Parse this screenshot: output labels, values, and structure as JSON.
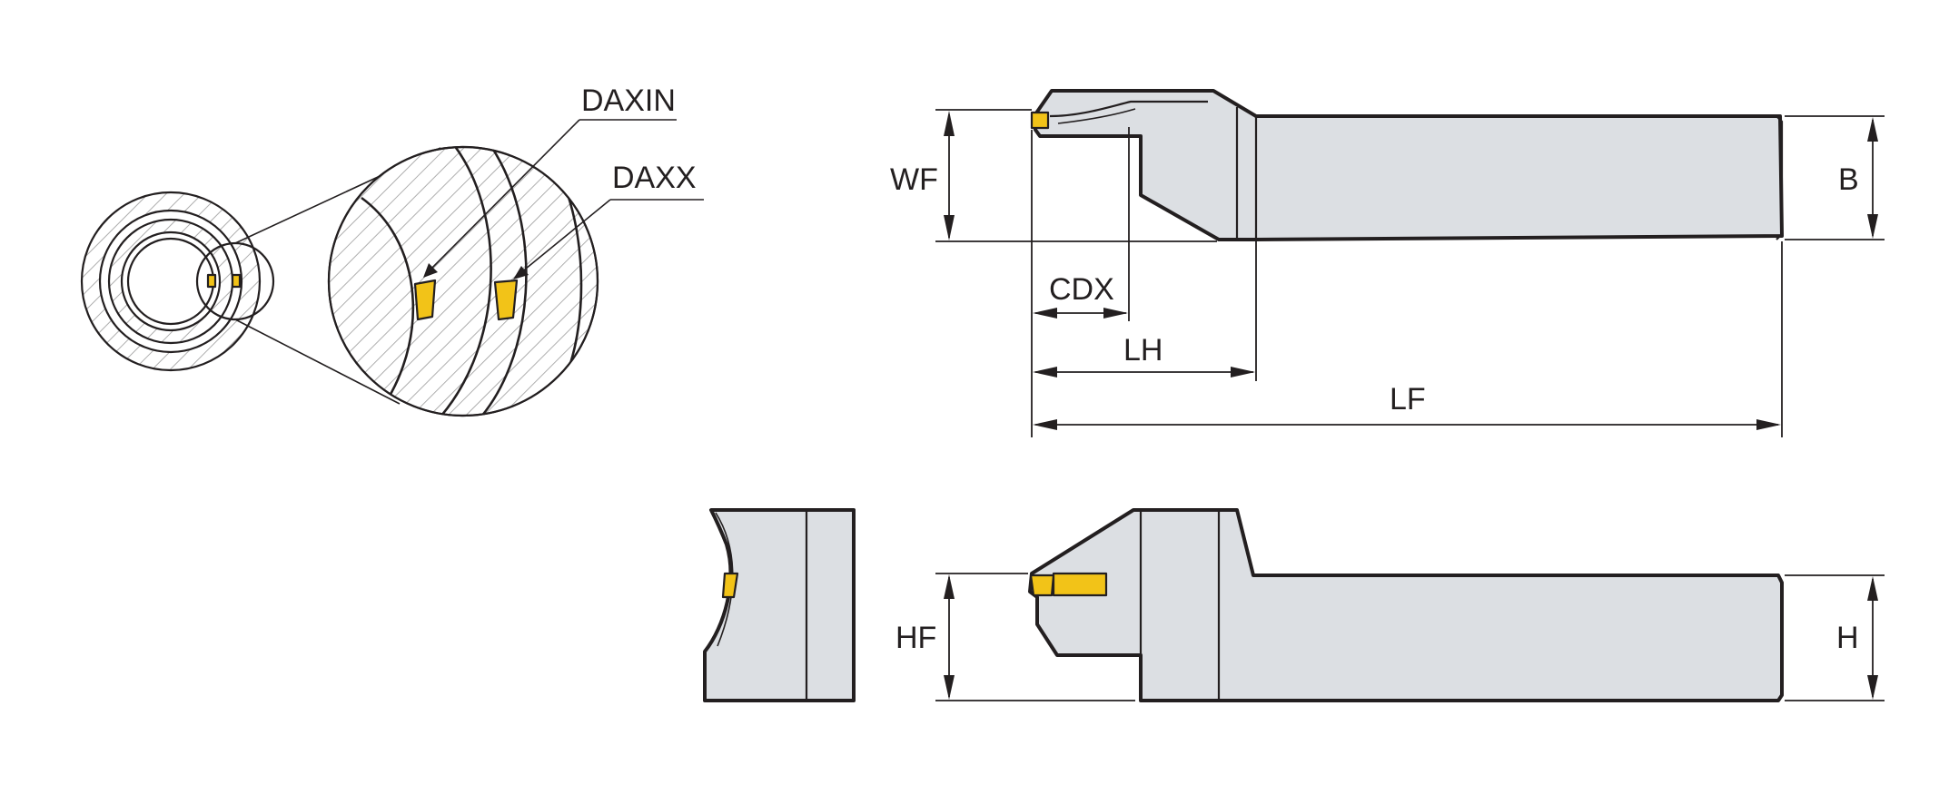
{
  "labels": {
    "daxin": "DAXIN",
    "daxx": "DAXX",
    "wf": "WF",
    "b": "B",
    "cdx": "CDX",
    "lh": "LH",
    "lf": "LF",
    "hf": "HF",
    "h": "H"
  },
  "colors": {
    "tool_body": "#dcdfe3",
    "insert": "#f2c318",
    "line": "#231f20"
  }
}
